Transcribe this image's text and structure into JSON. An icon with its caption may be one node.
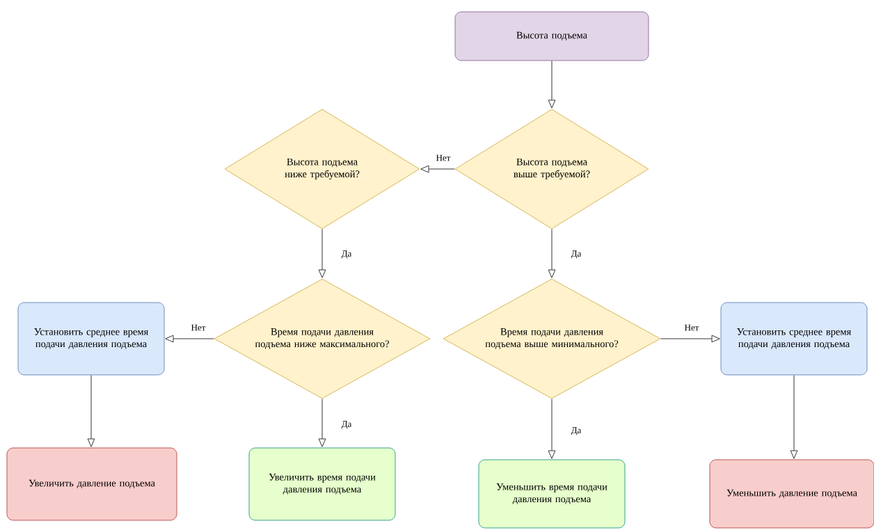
{
  "diagram": {
    "nodes": [
      {
        "text": [
          "Высота подъема"
        ]
      },
      {
        "text": [
          "Высота подъема выше требуемой?"
        ]
      },
      {
        "text": [
          "Высота подъема ниже требуемой?"
        ]
      },
      {
        "text": [
          "Время подачи давления подъема ниже максимального?"
        ]
      },
      {
        "text": [
          "Время подачи давления подъема выше минимального?"
        ]
      },
      {
        "text": [
          "Установить среднее время подачи давления подъема"
        ]
      },
      {
        "text": [
          "Установить среднее время подачи давления подъема"
        ]
      },
      {
        "text": [
          "Увеличить давление подъема"
        ]
      },
      {
        "text": [
          "Увеличить время подачи давления подъема"
        ]
      },
      {
        "text": [
          "Уменьшить время подачи давления подъема"
        ]
      },
      {
        "text": [
          "Уменьшить давление подъема"
        ]
      }
    ],
    "edges": [
      {
        "from": 0,
        "to": 1,
        "arrow": "to"
      },
      {
        "from": 1,
        "to": 2,
        "arrow": "to",
        "label": "Нет"
      },
      {
        "from": 1,
        "to": 4,
        "arrow": "to",
        "label": "Да"
      },
      {
        "from": 2,
        "to": 3,
        "arrow": "to",
        "label": "Да"
      },
      {
        "from": 3,
        "to": 5,
        "arrow": "to",
        "label": "Нет"
      },
      {
        "from": 3,
        "to": 8,
        "arrow": "to",
        "label": "Да"
      },
      {
        "from": 4,
        "to": 6,
        "arrow": "to",
        "label": "Нет"
      },
      {
        "from": 4,
        "to": 9,
        "arrow": "to",
        "label": "Да"
      },
      {
        "from": 5,
        "to": 7,
        "arrow": "to"
      },
      {
        "from": 6,
        "to": 10,
        "arrow": "to"
      }
    ]
  }
}
